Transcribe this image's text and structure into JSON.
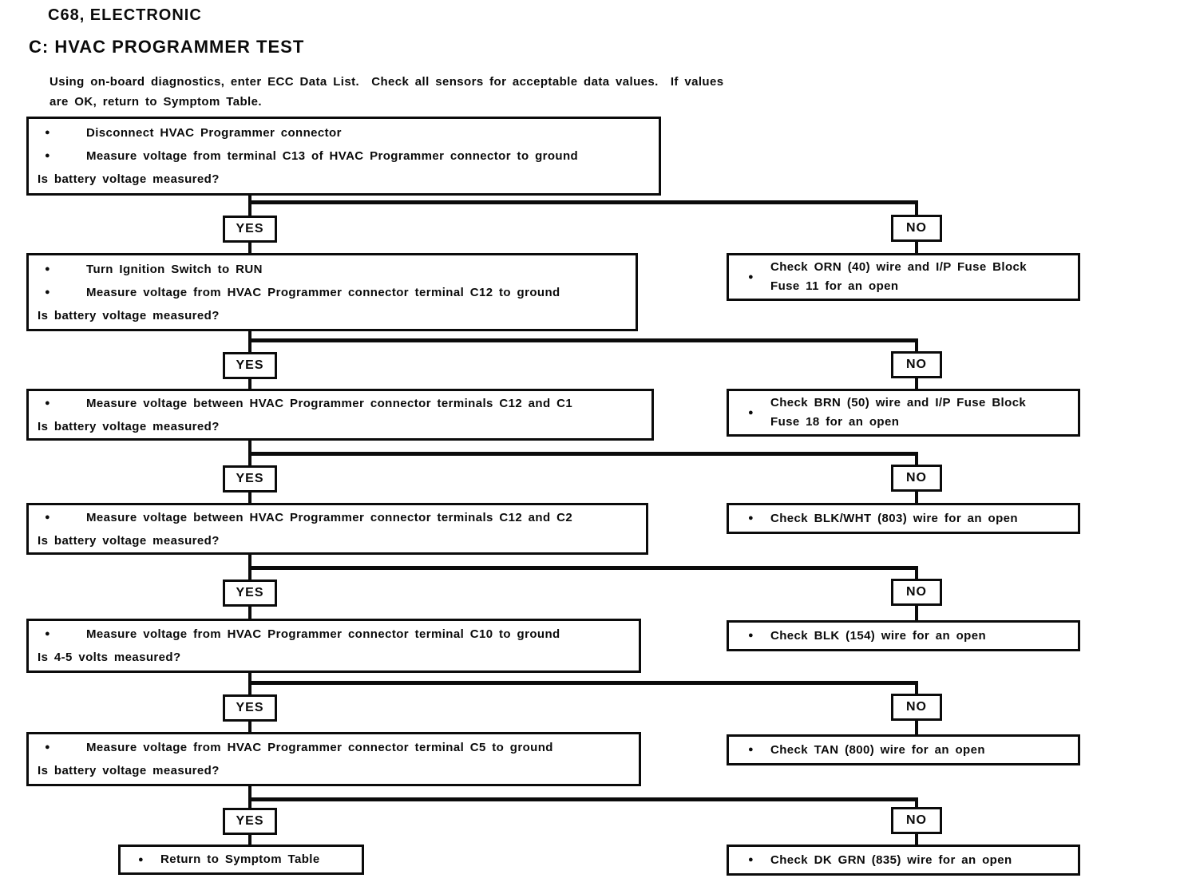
{
  "header": {
    "kicker": "C68, ELECTRONIC",
    "title": "C: HVAC PROGRAMMER TEST",
    "intro_line1": "Using on-board diagnostics, enter ECC Data List.  Check all sensors for acceptable data values.  If values",
    "intro_line2": "are OK, return to Symptom Table."
  },
  "labels": {
    "yes": "YES",
    "no": "NO",
    "bullet": "●"
  },
  "steps": [
    {
      "bullets": [
        "Disconnect HVAC Programmer connector",
        "Measure voltage from terminal C13 of HVAC Programmer connector to ground"
      ],
      "question": "Is battery voltage measured?",
      "no_action_line1": "Check ORN (40) wire and I/P Fuse Block",
      "no_action_line2": "Fuse 11 for an open"
    },
    {
      "bullets": [
        "Turn Ignition Switch to RUN",
        "Measure voltage from HVAC Programmer connector terminal C12 to ground"
      ],
      "question": "Is battery voltage measured?",
      "no_action_line1": "Check BRN (50) wire and I/P Fuse Block",
      "no_action_line2": "Fuse 18 for an open"
    },
    {
      "bullets": [
        "Measure voltage between HVAC Programmer connector terminals C12 and C1"
      ],
      "question": "Is battery voltage measured?",
      "no_action_line1": "Check BLK/WHT (803) wire for an open"
    },
    {
      "bullets": [
        "Measure voltage between HVAC Programmer connector terminals C12 and C2"
      ],
      "question": "Is battery voltage measured?",
      "no_action_line1": "Check BLK (154) wire for an open"
    },
    {
      "bullets": [
        "Measure voltage from HVAC Programmer connector terminal C10 to ground"
      ],
      "question": "Is 4-5 volts measured?",
      "no_action_line1": "Check TAN (800) wire for an open"
    },
    {
      "bullets": [
        "Measure voltage from HVAC Programmer connector terminal C5 to ground"
      ],
      "question": "Is battery voltage measured?",
      "no_action_line1": "Check DK GRN (835) wire for an open"
    }
  ],
  "final": {
    "yes_action": "Return to Symptom Table"
  }
}
